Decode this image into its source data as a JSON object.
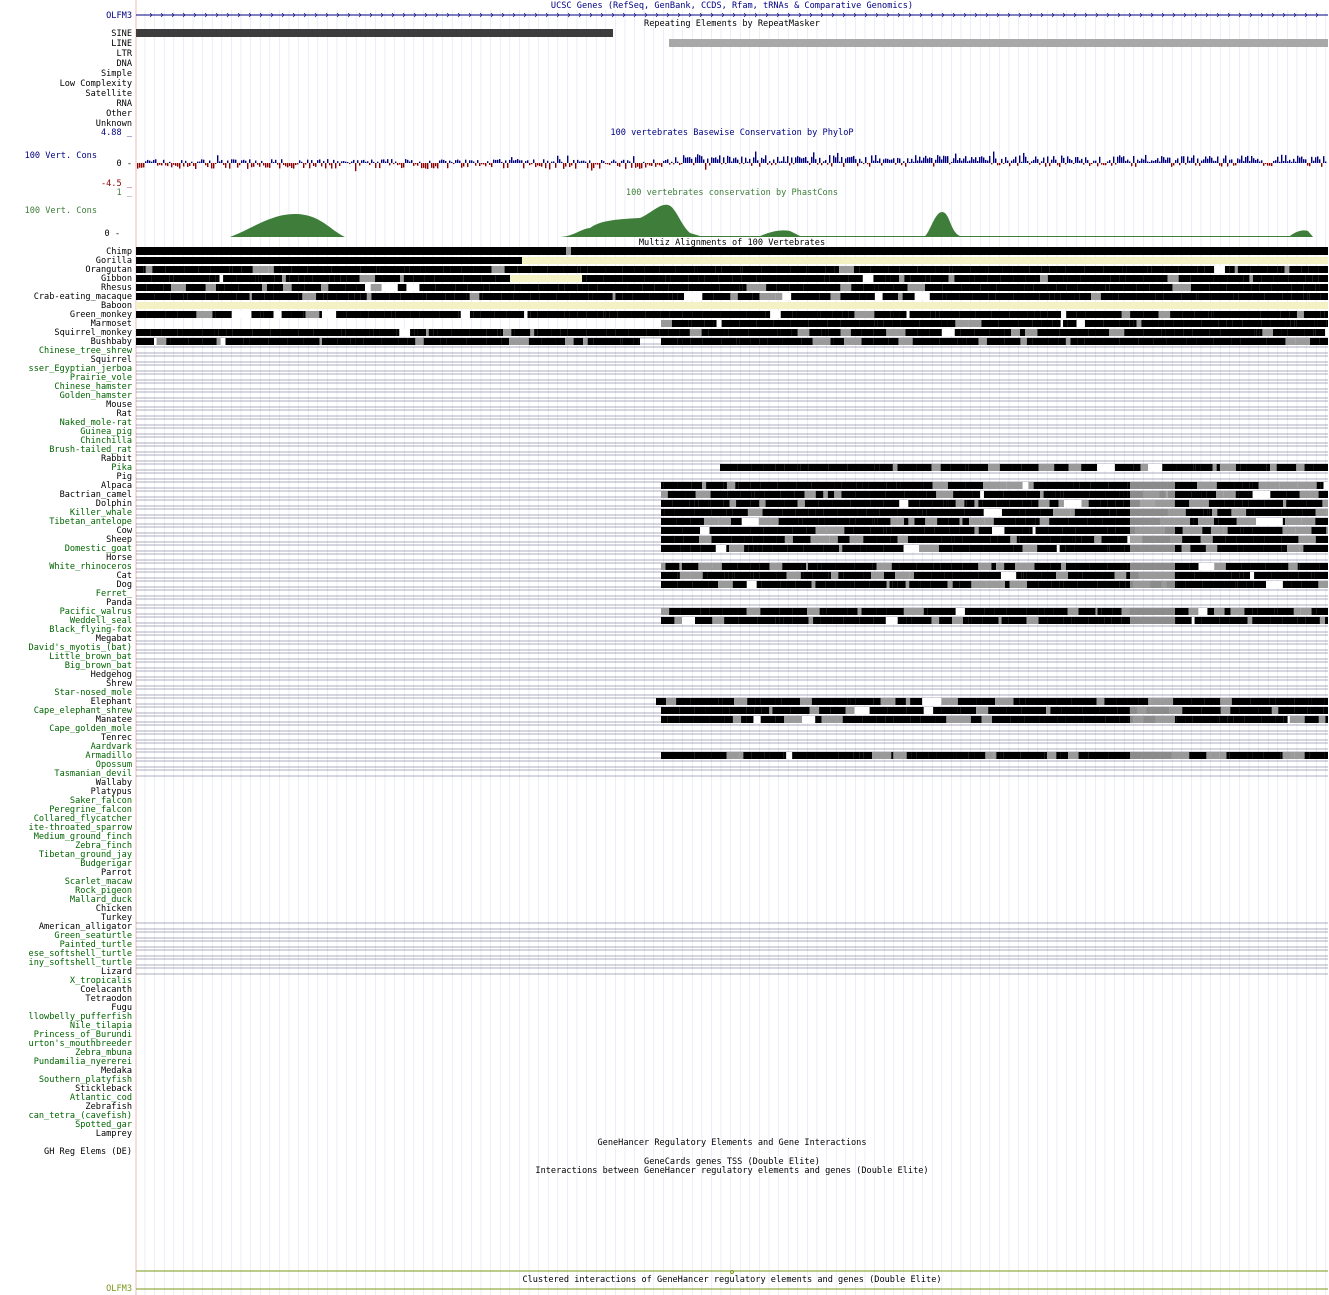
{
  "tracks": {
    "ucsc_genes": {
      "title": "UCSC Genes (RefSeq, GenBank, CCDS, Rfam, tRNAs & Comparative Genomics)",
      "gene_label": "OLFM3"
    },
    "repeatmasker": {
      "title": "Repeating Elements by RepeatMasker",
      "classes": [
        "SINE",
        "LINE",
        "LTR",
        "DNA",
        "Simple",
        "Low Complexity",
        "Satellite",
        "RNA",
        "Other",
        "Unknown"
      ]
    },
    "phylop": {
      "title": "100 vertebrates Basewise Conservation by PhyloP",
      "label": "100 Vert. Cons",
      "max": "4.88 _",
      "zero": "0 -",
      "min": "-4.5 _"
    },
    "phastcons": {
      "title": "100 vertebrates conservation by PhastCons",
      "label": "100 Vert. Cons",
      "max": "1 _",
      "zero": "0 -"
    },
    "multiz": {
      "title": "Multiz Alignments of 100 Vertebrates",
      "species": [
        "Chimp",
        "Gorilla",
        "Orangutan",
        "Gibbon",
        "Rhesus",
        "Crab-eating_macaque",
        "Baboon",
        "Green_monkey",
        "Marmoset",
        "Squirrel_monkey",
        "Bushbaby",
        "Chinese_tree_shrew",
        "Squirrel",
        "sser_Egyptian_jerboa",
        "Prairie_vole",
        "Chinese_hamster",
        "Golden_hamster",
        "Mouse",
        "Rat",
        "Naked_mole-rat",
        "Guinea_pig",
        "Chinchilla",
        "Brush-tailed_rat",
        "Rabbit",
        "Pika",
        "Pig",
        "Alpaca",
        "Bactrian_camel",
        "Dolphin",
        "Killer_whale",
        "Tibetan_antelope",
        "Cow",
        "Sheep",
        "Domestic_goat",
        "Horse",
        "White_rhinoceros",
        "Cat",
        "Dog",
        "Ferret_",
        "Panda",
        "Pacific_walrus",
        "Weddell_seal",
        "Black_flying-fox",
        "Megabat",
        "David's_myotis_(bat)",
        "Little_brown_bat",
        "Big_brown_bat",
        "Hedgehog",
        "Shrew",
        "Star-nosed_mole",
        "Elephant",
        "Cape_elephant_shrew",
        "Manatee",
        "Cape_golden_mole",
        "Tenrec",
        "Aardvark",
        "Armadillo",
        "Opossum",
        "Tasmanian_devil",
        "Wallaby",
        "Platypus",
        "Saker_falcon",
        "Peregrine_falcon",
        "Collared_flycatcher",
        "ite-throated_sparrow",
        "Medium_ground_finch",
        "Zebra_finch",
        "Tibetan_ground_jay",
        "Budgerigar",
        "Parrot",
        "Scarlet_macaw",
        "Rock_pigeon",
        "Mallard_duck",
        "Chicken",
        "Turkey",
        "American_alligator",
        "Green_seaturtle",
        "Painted_turtle",
        "ese_softshell_turtle",
        "iny_softshell_turtle",
        "Lizard",
        "X_tropicalis",
        "Coelacanth",
        "Tetraodon",
        "Fugu",
        "llowbelly_pufferfish",
        "Nile_tilapia",
        "Princess_of_Burundi",
        "urton's_mouthbreeder",
        "Zebra_mbuna",
        "Pundamilia_nyererei",
        "Medaka",
        "Southern_platyfish",
        "Stickleback",
        "Atlantic_cod",
        "Zebrafish",
        "can_tetra_(cavefish)",
        "Spotted_gar",
        "Lamprey"
      ]
    },
    "genehancer": {
      "title": "GeneHancer Regulatory Elements and Gene Interactions",
      "label": "GH Reg Elems (DE)",
      "tss_title": "GeneCards genes TSS (Double Elite)",
      "interactions_title": "Interactions between GeneHancer regulatory elements and genes (Double Elite)",
      "clustered_title": "Clustered interactions of GeneHancer regulatory elements and genes (Double Elite)",
      "gene_label": "OLFM3"
    }
  },
  "colors": {
    "title_dark": "#000000",
    "title_blue": "#000080",
    "phylop_pos": "#00007a",
    "phylop_neg": "#8b0000",
    "phastcons": "#3e7d3a",
    "green_label": "#006400",
    "gene_green": "#7a9a1a",
    "grid_red": "#f6c6c6",
    "grid_blue": "#cfd8ee"
  }
}
